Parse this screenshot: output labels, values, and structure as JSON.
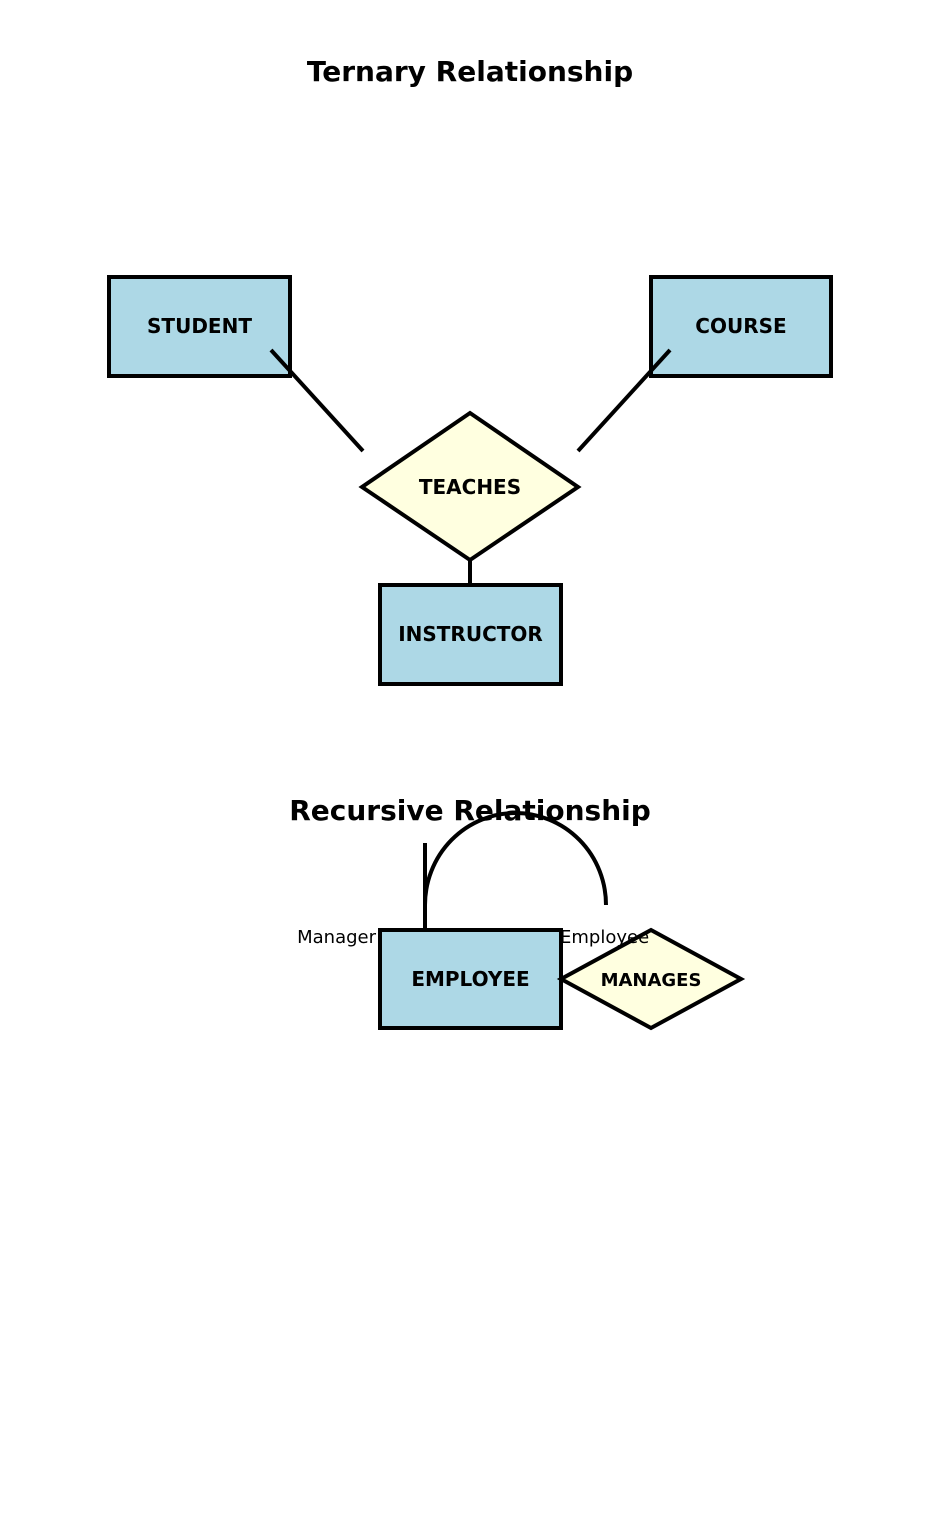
{
  "colors": {
    "entity_fill": "#add8e6",
    "relationship_fill": "#ffffe0",
    "stroke": "#000000"
  },
  "ternary": {
    "title": "Ternary Relationship",
    "entities": {
      "student": "STUDENT",
      "course": "COURSE",
      "instructor": "INSTRUCTOR"
    },
    "relationship": "TEACHES"
  },
  "recursive": {
    "title": "Recursive Relationship",
    "entity": "EMPLOYEE",
    "relationship": "MANAGES",
    "roles": {
      "manager": "Manager",
      "employee": "Employee"
    }
  }
}
